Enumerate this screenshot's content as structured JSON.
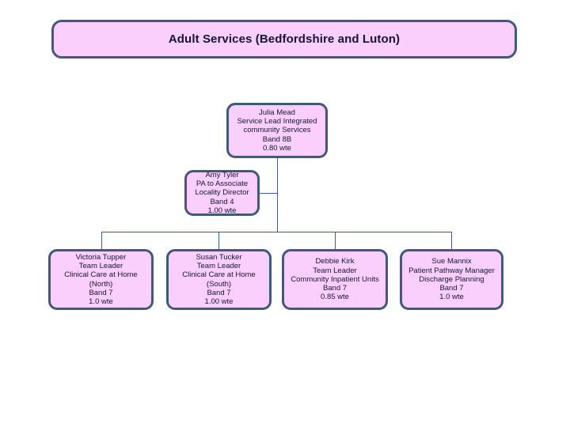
{
  "title": {
    "text": "Adult Services (Bedfordshire and Luton)"
  },
  "colors": {
    "box_fill": "#fbcffb",
    "box_border": "#41597c",
    "connector": "#3f5f86",
    "background": "#ffffff",
    "text": "#14143c"
  },
  "nodes": {
    "service_lead": {
      "name": "Julia Mead",
      "role_line1": "Service Lead Integrated",
      "role_line2": "community Services",
      "band": "Band 8B",
      "wte": "0.80 wte"
    },
    "pa": {
      "name": "Amy Tyler",
      "role_line1": "PA to Associate",
      "role_line2": "Locality Director",
      "band": "Band 4",
      "wte": "1.00 wte"
    },
    "team_leader_north": {
      "name": "Victoria Tupper",
      "role_line1": "Team Leader",
      "role_line2": "Clinical Care at Home",
      "role_line3": "(North)",
      "band": "Band 7",
      "wte": "1.0 wte"
    },
    "team_leader_south": {
      "name": "Susan Tucker",
      "role_line1": "Team Leader",
      "role_line2": "Clinical Care at Home",
      "role_line3": "(South)",
      "band": "Band 7",
      "wte": "1.00 wte"
    },
    "team_leader_inpatient": {
      "name": "Debbie Kirk",
      "role_line1": "Team Leader",
      "role_line2": "Community Inpatient Units",
      "band": "Band 7",
      "wte": "0.85 wte"
    },
    "patient_pathway_manager": {
      "name": "Sue Mannix",
      "role_line1": "Patient Pathway Manager",
      "role_line2": "Discharge Planning",
      "band": "Band 7",
      "wte": "1.0 wte"
    }
  }
}
